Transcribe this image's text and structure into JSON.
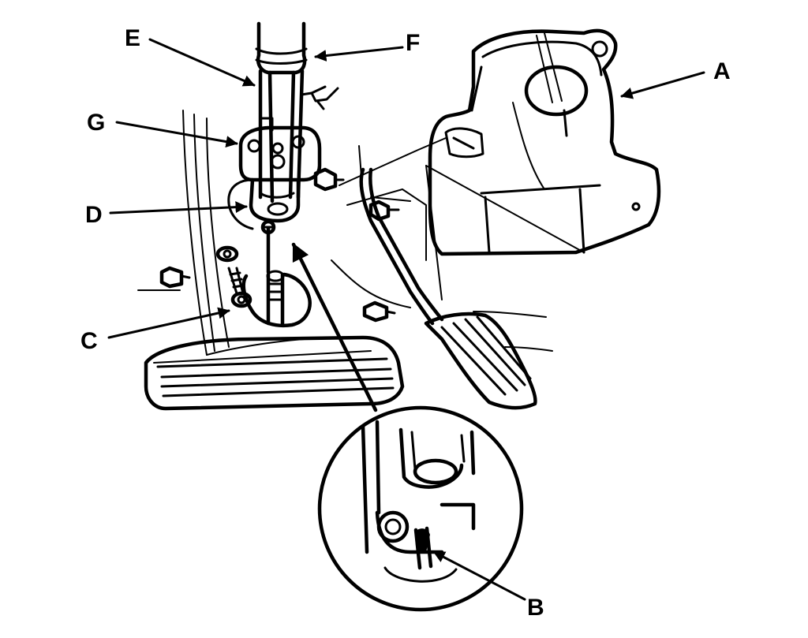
{
  "figure": {
    "callouts": {
      "A": "A",
      "B": "B",
      "C": "C",
      "D": "D",
      "E": "E",
      "F": "F",
      "G": "G"
    },
    "colors": {
      "ink": "#000000",
      "paper": "#ffffff"
    }
  }
}
